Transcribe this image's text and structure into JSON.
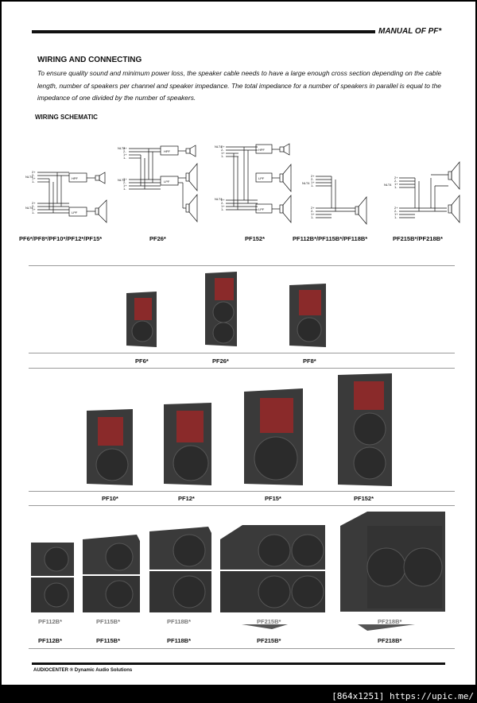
{
  "header": {
    "title": "MANUAL OF PF*"
  },
  "wiring": {
    "title": "WIRING AND CONNECTING",
    "intro": "To ensure quality sound and minimum power loss, the speaker cable needs to have a large enough cross section depending on the cable length, number of speakers per channel and speaker impedance. The total impedance for a number of speakers in parallel is equal to the impedance of one divided by the number of speakers.",
    "schematic_title": "WIRING SCHEMATIC",
    "pins": [
      "2+",
      "2-",
      "1+",
      "1-"
    ],
    "connector": "NLT4",
    "filters": {
      "hpf": "HPF",
      "lpf": "LPF"
    },
    "captions": [
      "PF6*/PF8*/PF10*/PF12*/PF15*",
      "PF26*",
      "PF152*",
      "PF112B*/PF115B*/PF118B*",
      "PF215B*/PF218B*"
    ]
  },
  "row1": {
    "labels": [
      "PF6*",
      "PF26*",
      "PF8*"
    ]
  },
  "row2": {
    "labels": [
      "PF10*",
      "PF12*",
      "PF15*",
      "PF152*"
    ]
  },
  "row3": {
    "reflections": [
      "PF112B*",
      "PF115B*",
      "PF118B*",
      "PF215B*",
      "PF218B*"
    ],
    "labels": [
      "PF112B*",
      "PF115B*",
      "PF118B*",
      "PF215B*",
      "PF218B*"
    ]
  },
  "footer": {
    "text": "AUDIOCENTER ® Dynamic Audio Solutions"
  },
  "watermark": {
    "text": "[864x1251] https://upic.me/"
  },
  "colors": {
    "ink": "#111111",
    "rule": "#9a9a9a",
    "cabinet": "#3a3a3a",
    "grille_red": "#8a2a2a"
  }
}
